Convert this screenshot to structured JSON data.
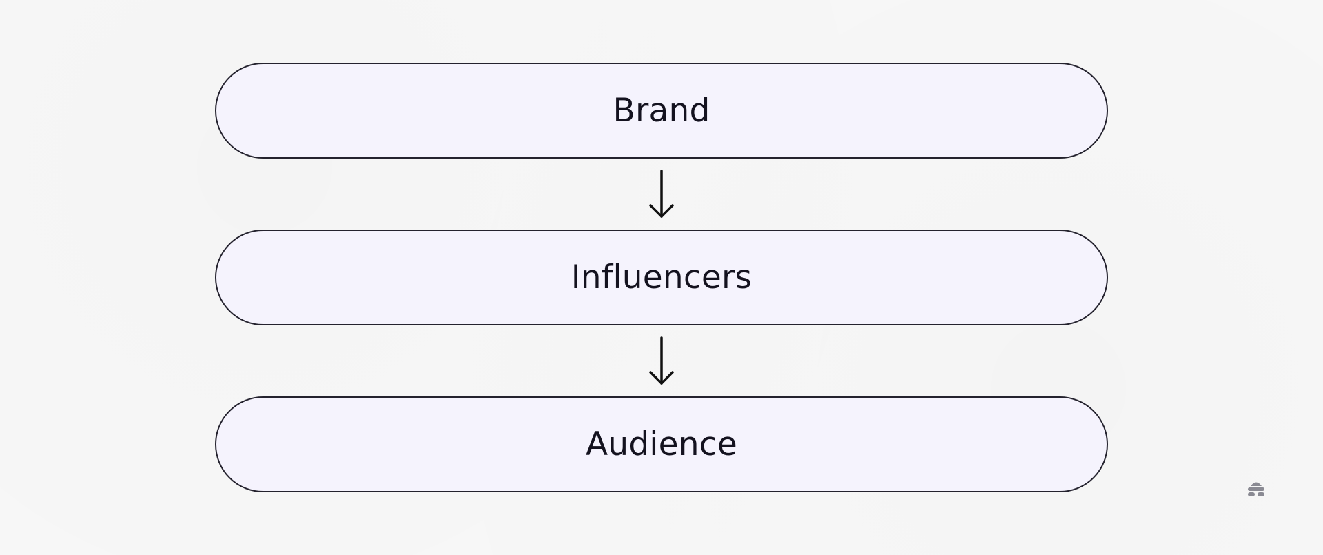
{
  "flow": {
    "nodes": [
      {
        "label": "Brand"
      },
      {
        "label": "Influencers"
      },
      {
        "label": "Audience"
      }
    ],
    "connector_icon": "arrow-down-icon"
  },
  "branding": {
    "logo_icon": "beehive-logo-icon"
  },
  "colors": {
    "background": "#f8f8f8",
    "node_fill": "#f5f3fd",
    "node_border": "#24222e",
    "text": "#14121f",
    "arrow": "#111111",
    "logo": "#8a8a93"
  }
}
